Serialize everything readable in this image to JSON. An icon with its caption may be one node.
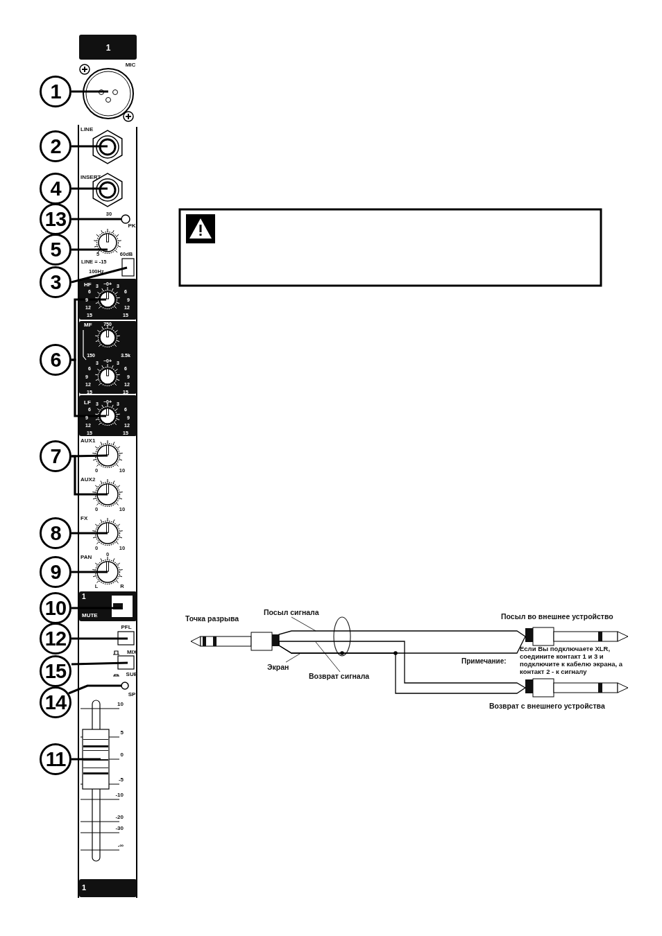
{
  "diagram": {
    "nodes": [
      {
        "text": [
          "1"
        ]
      },
      {
        "text": [
          "2"
        ]
      },
      {
        "text": [
          "4"
        ]
      },
      {
        "text": [
          "13"
        ]
      },
      {
        "text": [
          "5"
        ]
      },
      {
        "text": [
          "3"
        ]
      },
      {
        "text": [
          "6"
        ]
      },
      {
        "text": [
          "7"
        ]
      },
      {
        "text": [
          "8"
        ]
      },
      {
        "text": [
          "9"
        ]
      },
      {
        "text": [
          "10"
        ]
      },
      {
        "text": [
          "12"
        ]
      },
      {
        "text": [
          "15"
        ]
      },
      {
        "text": [
          "14"
        ]
      },
      {
        "text": [
          "11"
        ]
      },
      {
        "text": [],
        "shape": "circle"
      },
      {
        "text": [],
        "shape": "circle"
      },
      {
        "text": [],
        "shape": "circle"
      },
      {
        "text": [],
        "shape": "circle"
      },
      {
        "text": [],
        "shape": "circle"
      },
      {
        "text": [],
        "shape": "box"
      },
      {
        "text": [],
        "shape": "circle"
      },
      {
        "text": [],
        "shape": "circle"
      },
      {
        "text": [],
        "shape": "circle"
      },
      {
        "text": [],
        "shape": "circle"
      },
      {
        "text": [],
        "shape": "circle"
      },
      {
        "text": [],
        "shape": "circle"
      },
      {
        "text": [],
        "shape": "box"
      },
      {
        "text": [],
        "shape": "box"
      },
      {
        "text": [],
        "shape": "box"
      },
      {
        "text": [],
        "shape": "circle"
      },
      {
        "text": [],
        "shape": "bar"
      },
      {
        "text": [],
        "shape": "plug",
        "beside": [
          "Точка разрыва"
        ]
      },
      {
        "text": [
          "Посыл сигнала"
        ]
      },
      {
        "text": [
          "Экран"
        ]
      },
      {
        "text": [
          "Возврат сигнала"
        ]
      },
      {
        "text": [],
        "shape": "plug",
        "beside": [
          "Посыл во внешнее устройство"
        ]
      },
      {
        "text": [],
        "shape": "plug",
        "beside": [
          "Возврат с внешнего устройства"
        ]
      }
    ],
    "edges": [
      {
        "from": 0,
        "to": 15,
        "arrow": "none"
      },
      {
        "from": 1,
        "to": 16,
        "arrow": "none"
      },
      {
        "from": 2,
        "to": 17,
        "arrow": "none"
      },
      {
        "from": 3,
        "to": 18,
        "arrow": "none"
      },
      {
        "from": 4,
        "to": 19,
        "arrow": "none"
      },
      {
        "from": 5,
        "to": 20,
        "arrow": "none"
      },
      {
        "from": 6,
        "to": 21,
        "arrow": "none"
      },
      {
        "from": 6,
        "to": 22,
        "arrow": "none"
      },
      {
        "from": 7,
        "to": 23,
        "arrow": "none"
      },
      {
        "from": 7,
        "to": 24,
        "arrow": "none"
      },
      {
        "from": 8,
        "to": 25,
        "arrow": "none"
      },
      {
        "from": 9,
        "to": 26,
        "arrow": "none"
      },
      {
        "from": 10,
        "to": 27,
        "arrow": "none"
      },
      {
        "from": 11,
        "to": 28,
        "arrow": "none"
      },
      {
        "from": 12,
        "to": 29,
        "arrow": "none"
      },
      {
        "from": 13,
        "to": 30,
        "arrow": "none"
      },
      {
        "from": 14,
        "to": 31,
        "arrow": "none"
      },
      {
        "from": 32,
        "to": 36,
        "arrow": "none"
      },
      {
        "from": 32,
        "to": 37,
        "arrow": "none"
      },
      {
        "from": 32,
        "to": 36,
        "arrow": "none"
      },
      {
        "from": 32,
        "to": 37,
        "arrow": "none"
      },
      {
        "from": 33,
        "to": null,
        "arrow": "none"
      },
      {
        "from": 34,
        "to": null,
        "arrow": "none"
      },
      {
        "from": 35,
        "to": null,
        "arrow": "none"
      }
    ],
    "labels": [
      "1",
      "MIC",
      "LINE",
      "INSERT",
      "30",
      "PK",
      "5",
      "60dB",
      "LINE = -15",
      "100Hz",
      "HF",
      "3",
      "−0+",
      "3",
      "6",
      "6",
      "9",
      "9",
      "12",
      "12",
      "15",
      "15",
      "MF",
      "750",
      "150",
      "3.5k",
      "3",
      "−0+",
      "3",
      "6",
      "6",
      "9",
      "9",
      "12",
      "12",
      "15",
      "15",
      "LF",
      "3",
      "−0+",
      "3",
      "6",
      "6",
      "9",
      "9",
      "12",
      "12",
      "15",
      "15",
      "AUX1",
      "0",
      "10",
      "AUX2",
      "0",
      "10",
      "FX",
      "0",
      "10",
      "PAN",
      "0",
      "L",
      "R",
      "1",
      "MUTE",
      "PFL",
      "MIX",
      "SUB",
      "SP",
      "10",
      "5",
      "0",
      "-5",
      "-10",
      "-20",
      "-30",
      "-∞",
      "1",
      "Примечание:",
      "Если Вы подключаете XLR, соедините контакт 1 и 3 и подключите к кабелю экрана, а контакт 2 - к сигналу"
    ]
  }
}
